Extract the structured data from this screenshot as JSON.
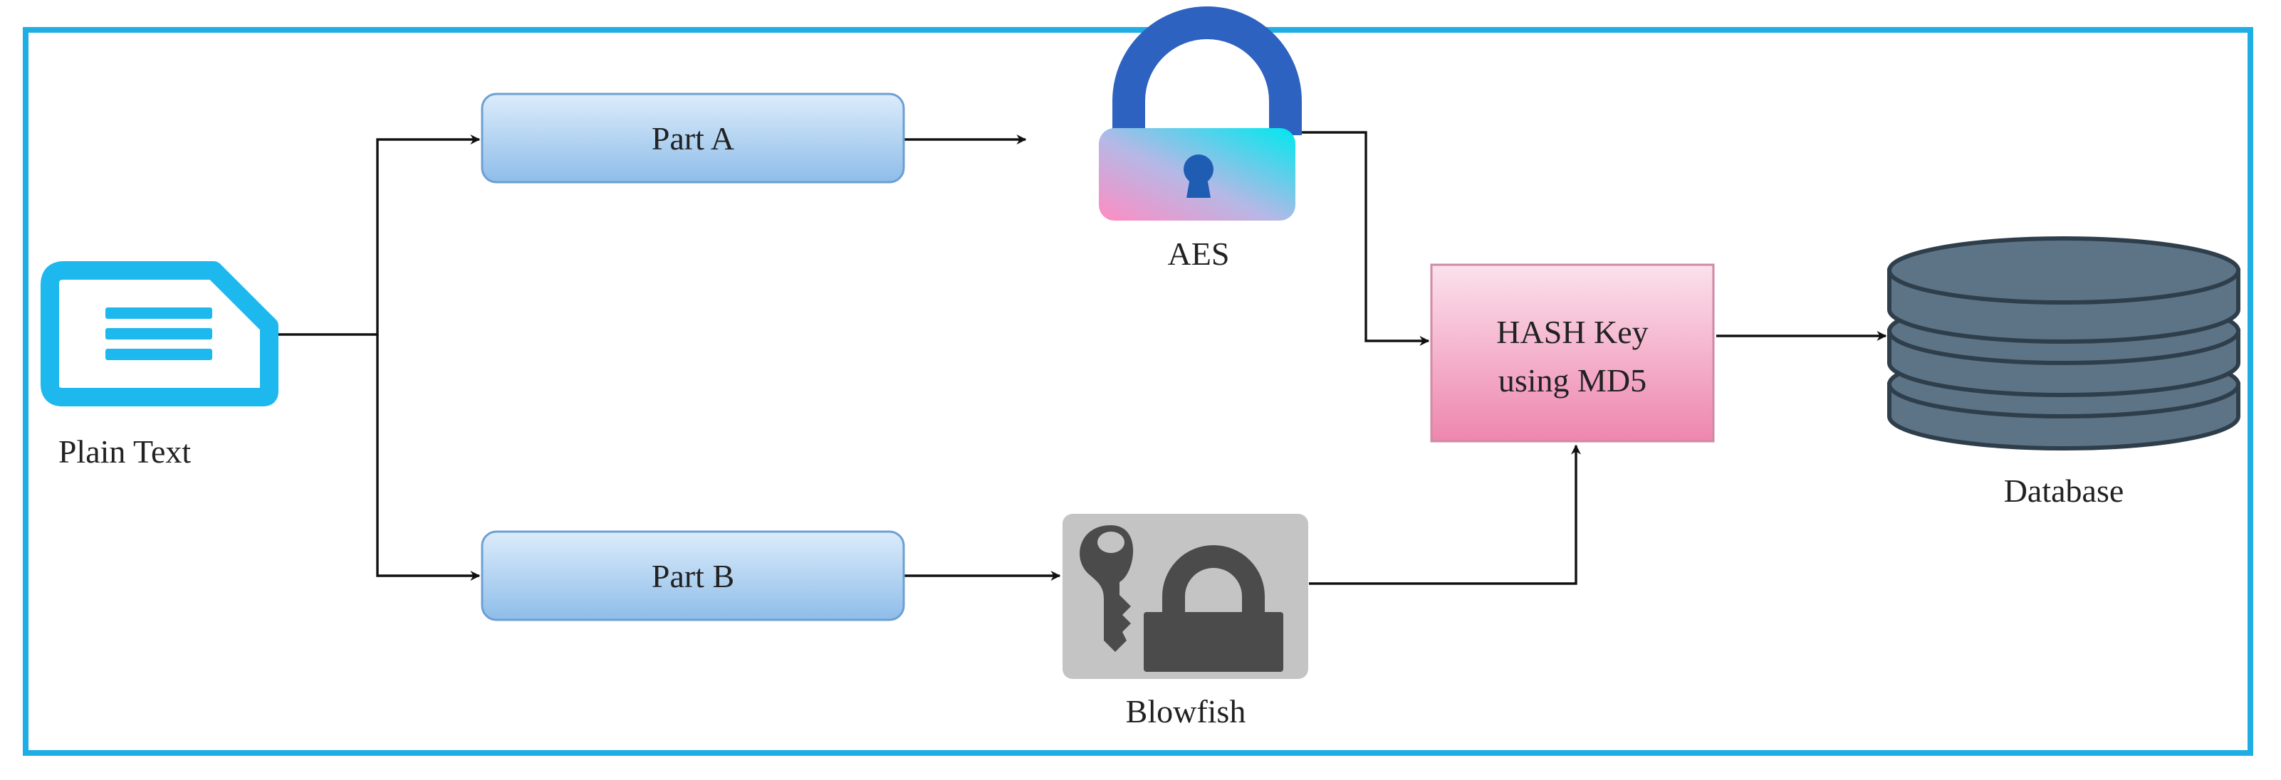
{
  "nodes": {
    "plain_text": {
      "label": "Plain Text"
    },
    "part_a": {
      "label": "Part A"
    },
    "part_b": {
      "label": "Part B"
    },
    "aes": {
      "label": "AES"
    },
    "blowfish": {
      "label": "Blowfish"
    },
    "hash": {
      "label_line1": "HASH Key",
      "label_line2": "using MD5"
    },
    "database": {
      "label": "Database"
    }
  },
  "colors": {
    "frame": "#1eaee4",
    "document_icon": "#1cb8ee",
    "part_box_top": "#dcecfb",
    "part_box_bottom": "#8ebde9",
    "part_box_border": "#6e9fd3",
    "hash_box_top": "#fbe1ec",
    "hash_box_bottom": "#ee86ad",
    "hash_box_border": "#cf8aa6",
    "lock_shackle": "#2d62c0",
    "lock_keyhole": "#1f5db3",
    "blowfish_bg": "#c4c4c4",
    "blowfish_icon": "#4b4b4b",
    "database_fill": "#5d7487",
    "database_stroke": "#2e3e4b",
    "edge": "#111111"
  },
  "icons": {
    "plain_text": "document-icon",
    "aes": "padlock-icon",
    "blowfish": "key-lock-icon",
    "database": "database-icon"
  },
  "edges": [
    {
      "from": "plain_text",
      "to": "part_a"
    },
    {
      "from": "plain_text",
      "to": "part_b"
    },
    {
      "from": "part_a",
      "to": "aes"
    },
    {
      "from": "aes",
      "to": "hash"
    },
    {
      "from": "part_b",
      "to": "blowfish"
    },
    {
      "from": "blowfish",
      "to": "hash"
    },
    {
      "from": "hash",
      "to": "database"
    }
  ]
}
